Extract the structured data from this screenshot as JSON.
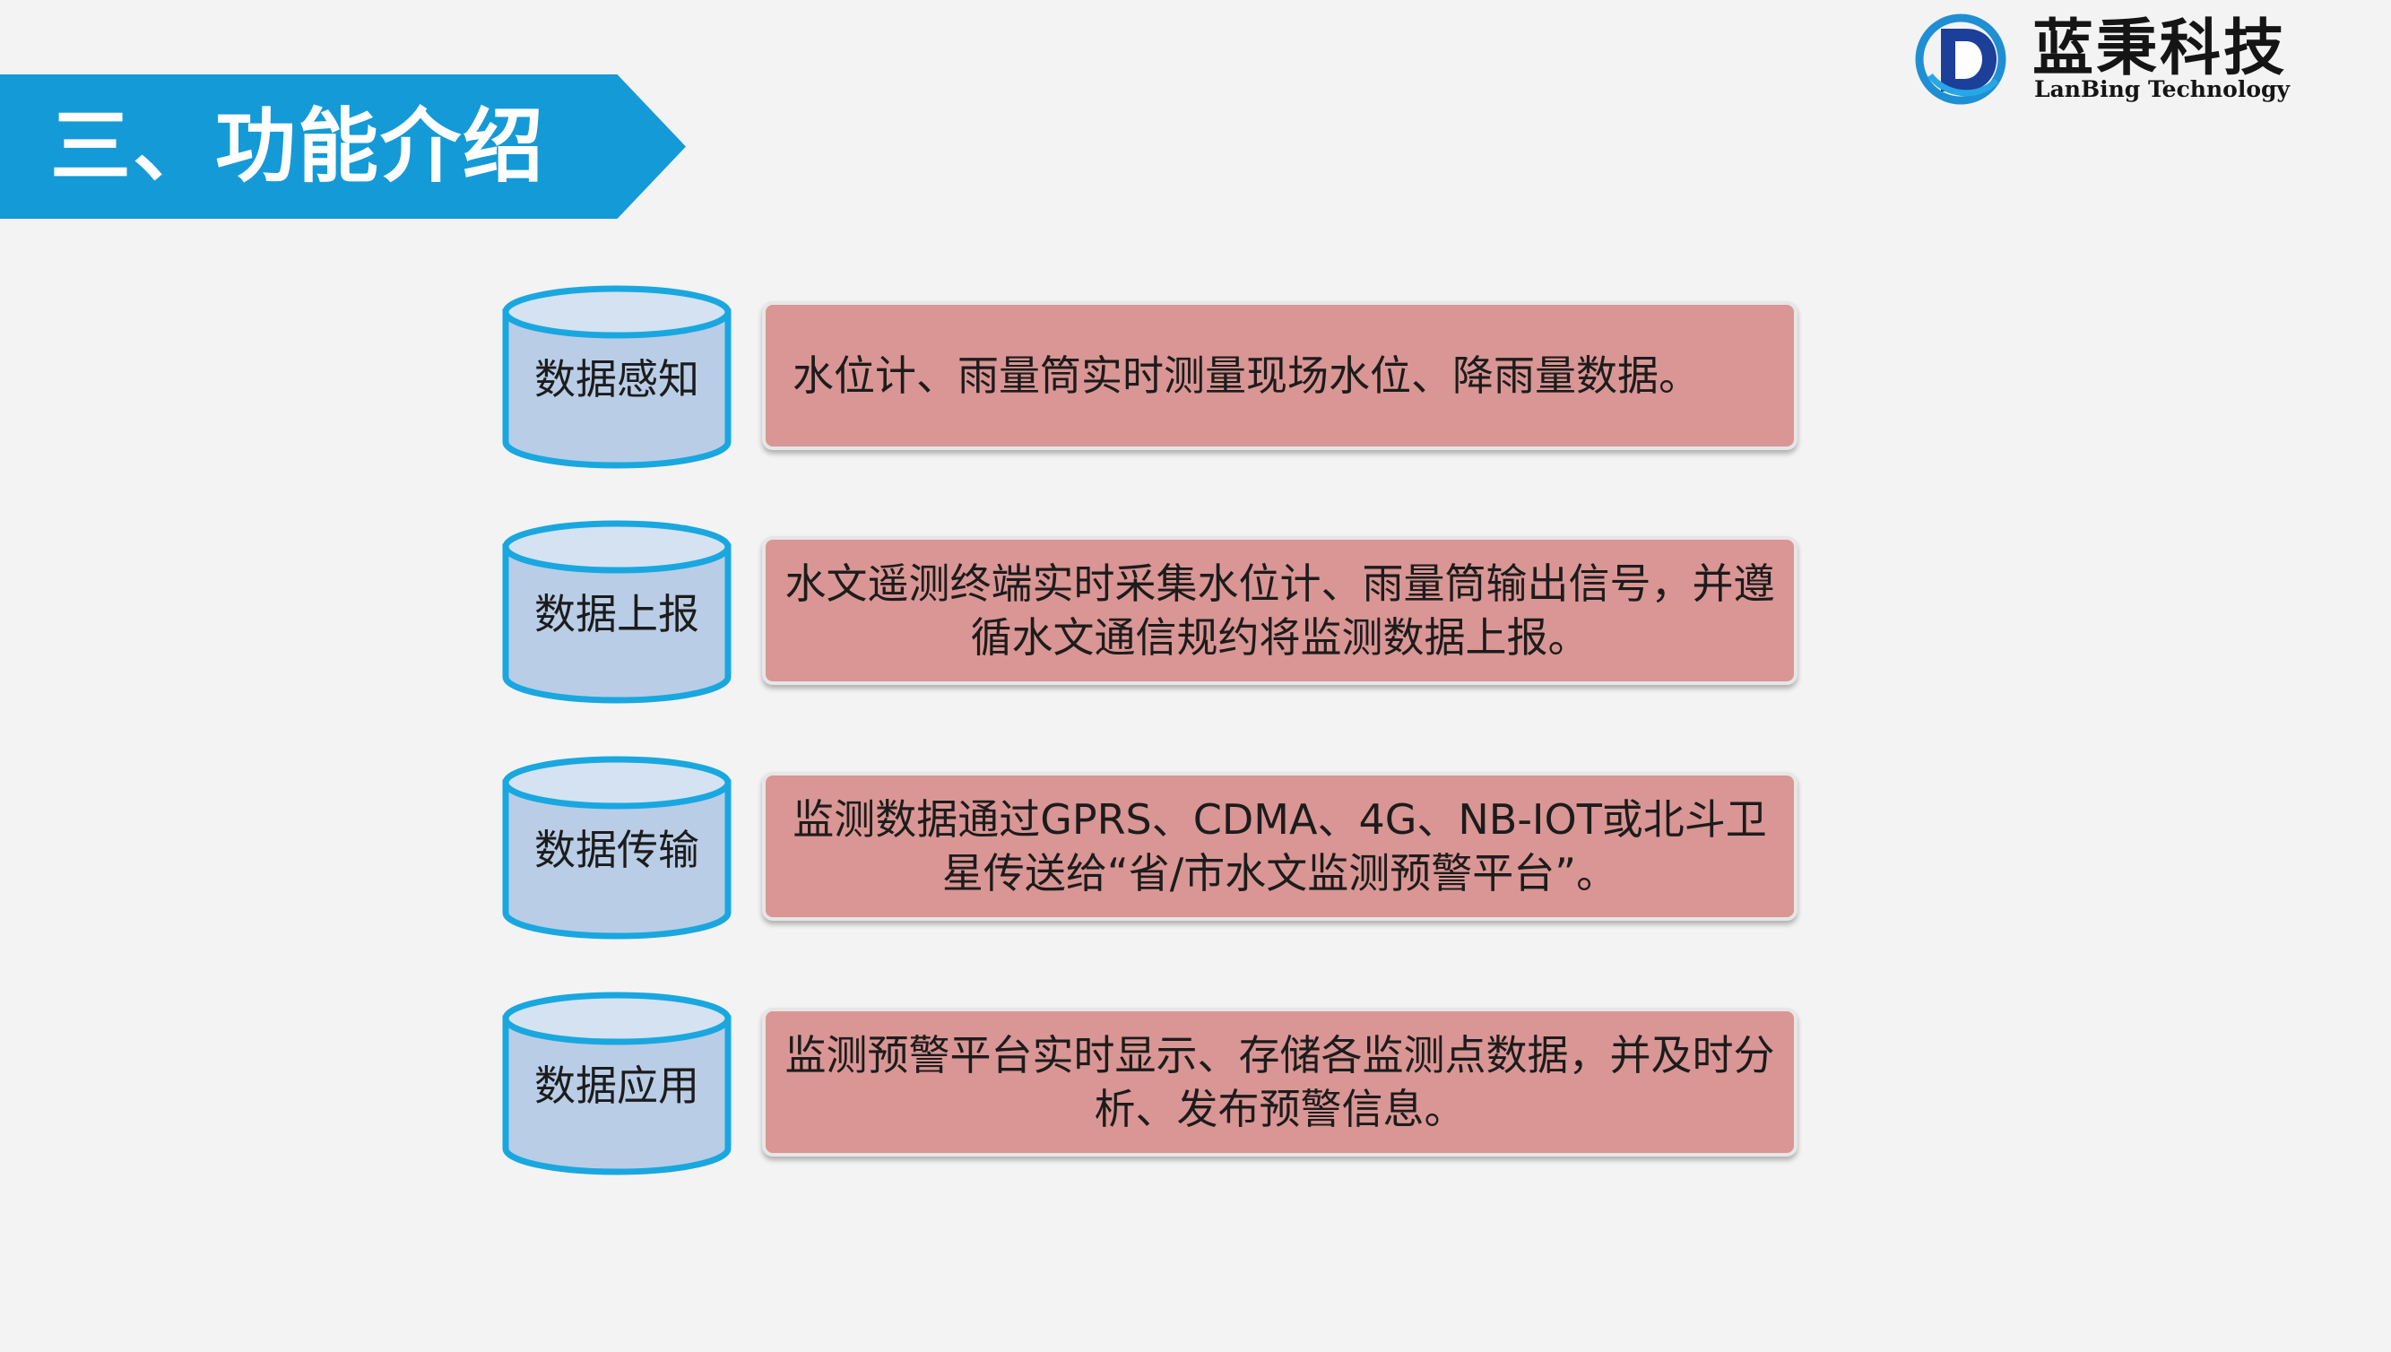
{
  "slide": {
    "title": "三、功能介绍",
    "accent_color": "#159ad8",
    "box_color": "#d99694",
    "cylinder_fill": "#b9cde6",
    "cylinder_stroke": "#19a7e0"
  },
  "logo": {
    "name": "蓝秉科技",
    "subtitle": "LanBing Technology",
    "icon": "lanbing-logo-icon"
  },
  "items": [
    {
      "label": "数据感知",
      "desc": "水位计、雨量筒实时测量现场水位、降雨量数据。"
    },
    {
      "label": "数据上报",
      "desc": "水文遥测终端实时采集水位计、雨量筒输出信号，并遵循水文通信规约将监测数据上报。"
    },
    {
      "label": "数据传输",
      "desc": "监测数据通过GPRS、CDMA、4G、NB-IOT或北斗卫星传送给“省/市水文监测预警平台”。"
    },
    {
      "label": "数据应用",
      "desc": "监测预警平台实时显示、存储各监测点数据，并及时分析、发布预警信息。"
    }
  ]
}
